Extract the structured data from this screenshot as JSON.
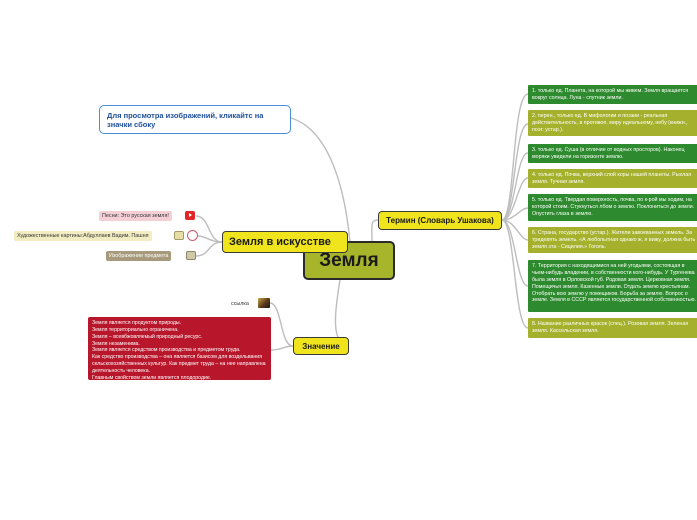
{
  "central": {
    "label": "Земля"
  },
  "hint": {
    "text": "Для просмотра изображений, кликайтс на значки сбоку"
  },
  "art": {
    "title": "Земля в искусстве",
    "song": "Песни: Это русская земля!",
    "paintings": "Художественные картины:Абдуллаев Вадим. Пашня",
    "images": "Изображение предмета"
  },
  "terms": {
    "title": "Термин (Словарь Ушакова)",
    "items": [
      "1. только ед. Планета, на которой мы живем. Земля вращается вокруг солнца. Луна - спутник земли.",
      "2. перен., только ед. В мифологии и поэзии - реальная действительность, в противоп. миру идеальному, небу (книжн., поэт. устар.).",
      "3. только ед. Суша (в отличие от водных просторов). Наконец моряки увидели на горизонте землю.",
      "4. только ед. Почва, верхний слой коры нашей планеты. Рыхлая земля. Тучная земля.",
      "5. только ед. Твердая поверхность, почва, по к-рой мы ходим, на которой стоим. Стукнуться лбом о землю. Поклониться до земли. Опустить глаза в землю.",
      "6. Страна, государство (устар.). Жители завоеванных земель. За тридевять земель. «А любопытная однако ж, я вижу, должна быть земля эта - Сицилия.» Гоголь.",
      "7. Территория с находящимися на ней угодьями, состоящая в чьем-нибудь владении, в собственности кого-нибудь. У Тургенева была земля в Орловской губ. Родовая земля. Церковная земля. Помещичья земля. Казенные земли. Отдать землю крестьянам. Отобрать всю землю у помещиков. Борьба за землю. Вопрос о земле. Земля в СССР является государственной собственностью.",
      "8. Название различных красок (спец.). Розовая земля. Зеленая земля. Кассельская земля."
    ]
  },
  "meaning": {
    "title": "Значение",
    "link": "ссылка",
    "text": "Земля является продуктом природы.\nЗемля территориально ограничена.\nЗемля – всевбжовляемый природный ресурс.\nЗемля незаменима.\nЗемля является средством производства и предметом труда.\nКак средство производства – она является базисом для воздельвания сельскохозяйственных культур. Как предмет труда – на нее направлена деятельность человека.\nГлавным свойством земли является плодородие."
  },
  "colors": {
    "central": "#a7b52a",
    "main_topic": "#f0e51d",
    "term_dark": "#2e8a2e",
    "term_olive": "#a5b12c",
    "meaning_box": "#b8162a",
    "hint_border": "#4a8fd8"
  }
}
